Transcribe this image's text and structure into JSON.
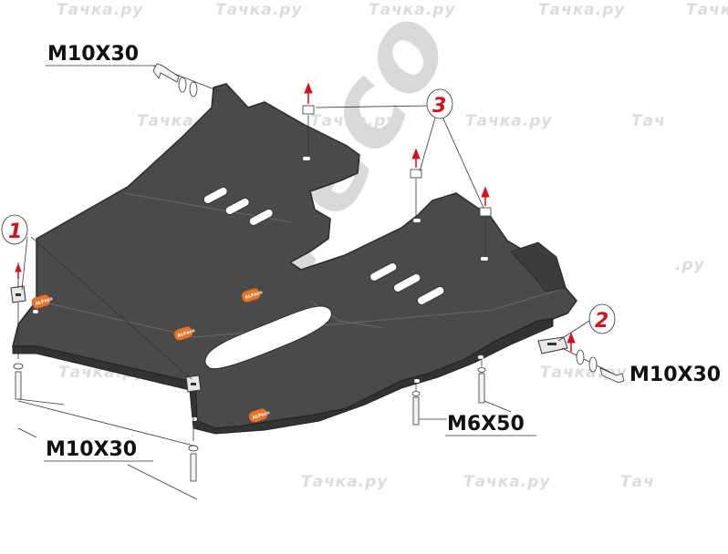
{
  "watermark": {
    "site_text": "Тачка.ру",
    "site_text_short": "Тачк",
    "site_text_tiny": "Тач",
    "site_text_suffix": ".ру",
    "brand_text": "ALFeco"
  },
  "fasteners": {
    "top_left": "M10X30",
    "bottom_left": "M10X30",
    "right": "M10X30",
    "center": "M6X50"
  },
  "callouts": {
    "one": "1",
    "two": "2",
    "three": "3"
  },
  "badge_text": "ALFeco",
  "colors": {
    "plate": "#4a4a4a",
    "plate_edge": "#2b2b2b",
    "badge": "#e8742a",
    "callout": "#d0101a",
    "arrow": "#d0101a"
  }
}
